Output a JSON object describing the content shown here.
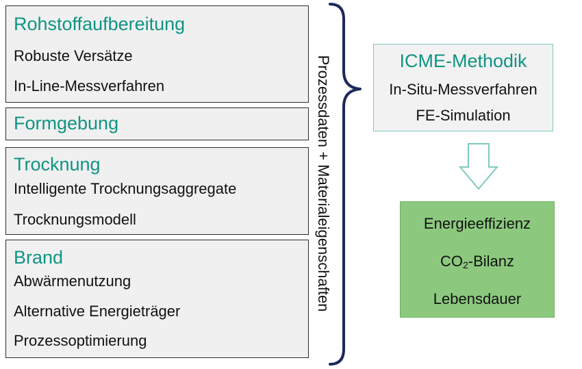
{
  "stages": [
    {
      "title": "Rohstoffaufbereitung",
      "items": [
        "Robuste Versätze",
        "In-Line-Messverfahren"
      ]
    },
    {
      "title": "Formgebung",
      "items": []
    },
    {
      "title": "Trocknung",
      "items": [
        "Intelligente Trocknungsaggregate",
        "Trocknungsmodell"
      ]
    },
    {
      "title": "Brand",
      "items": [
        "Abwärmenutzung",
        "Alternative Energieträger",
        "Prozessoptimierung"
      ]
    }
  ],
  "brace_label": "Prozessdaten + Materialeigenschaften",
  "icme": {
    "title": "ICME-Methodik",
    "items": [
      "In-Situ-Messverfahren",
      "FE-Simulation"
    ]
  },
  "results": {
    "item1": "Energieeffizienz",
    "co2_prefix": "CO",
    "co2_sub": "2",
    "co2_suffix": "-Bilanz",
    "item3": "Lebensdauer"
  },
  "colors": {
    "accent_teal": "#0f9483",
    "brace_navy": "#1c2a5a",
    "result_green": "#8cc97e",
    "icme_border": "#7fc9bf"
  }
}
